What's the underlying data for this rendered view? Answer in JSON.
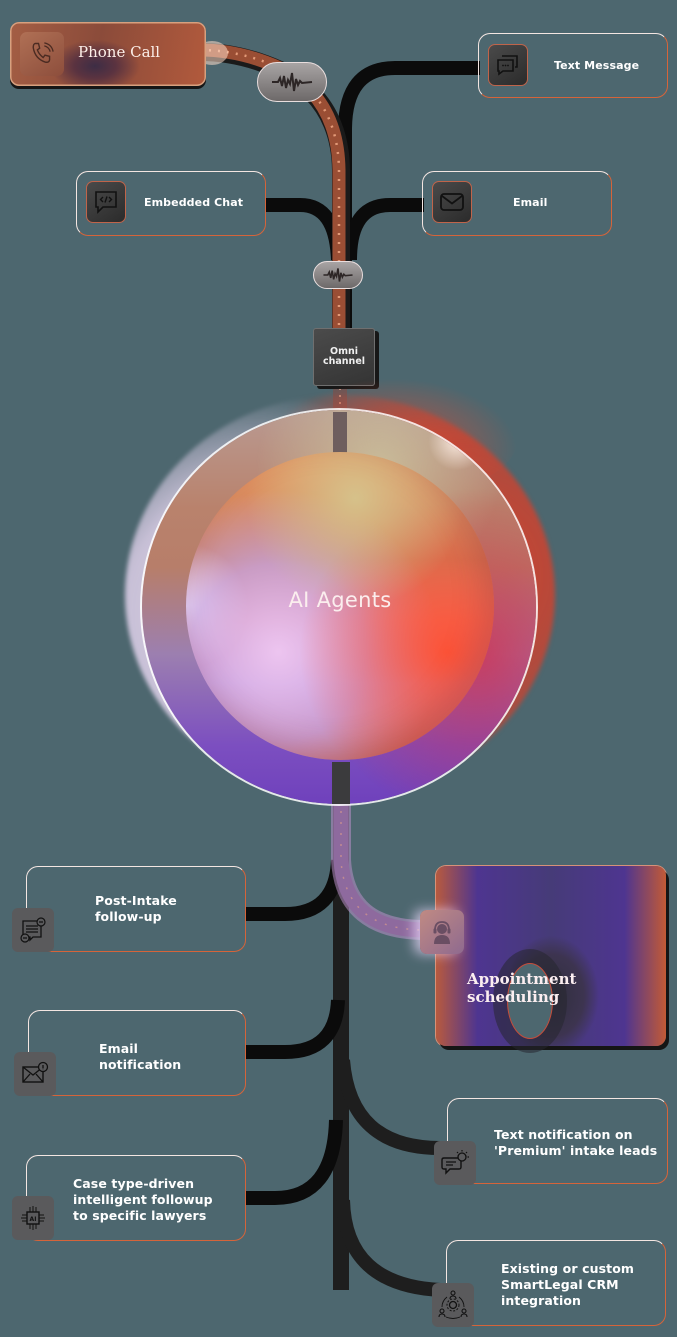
{
  "diagram": {
    "center": {
      "label": "AI Agents"
    },
    "hub": {
      "label_line1": "Omni",
      "label_line2": "channel"
    },
    "inputs": [
      {
        "id": "phone-call",
        "label": "Phone Call",
        "icon": "phone-icon",
        "highlighted": true
      },
      {
        "id": "text-message",
        "label": "Text Message",
        "icon": "chat-bubbles-icon"
      },
      {
        "id": "embedded-chat",
        "label": "Embedded Chat",
        "icon": "code-chat-icon"
      },
      {
        "id": "email",
        "label": "Email",
        "icon": "envelope-icon"
      }
    ],
    "connectors": [
      {
        "id": "waveform-1",
        "icon": "audio-waveform-icon"
      },
      {
        "id": "waveform-2",
        "icon": "audio-waveform-icon"
      }
    ],
    "outputs": [
      {
        "id": "post-intake",
        "line1": "Post-Intake",
        "line2": "follow-up",
        "icon": "message-followup-icon"
      },
      {
        "id": "appointment",
        "line1": "Appointment",
        "line2": "scheduling",
        "icon": "headset-agent-icon",
        "highlighted": true
      },
      {
        "id": "email-notification",
        "line1": "Email",
        "line2": "notification",
        "icon": "email-alert-icon"
      },
      {
        "id": "text-notification",
        "line1": "Text notification on",
        "line2": "'Premium' intake leads",
        "icon": "chat-alert-icon"
      },
      {
        "id": "case-type",
        "line1": "Case type-driven",
        "line2": "intelligent followup",
        "line3": "to specific lawyers",
        "icon": "ai-chip-icon"
      },
      {
        "id": "crm",
        "line1": "Existing or custom",
        "line2": "SmartLegal CRM",
        "line3": "integration",
        "icon": "team-gear-icon"
      }
    ]
  },
  "colors": {
    "background": "#4d676f",
    "card_border": "#d6643a",
    "active_path_top": "#9a4e34",
    "active_path_bottom": "#8e6a9e",
    "inactive_path": "#0b0b0b",
    "icon_box": "#5a5a5c"
  }
}
